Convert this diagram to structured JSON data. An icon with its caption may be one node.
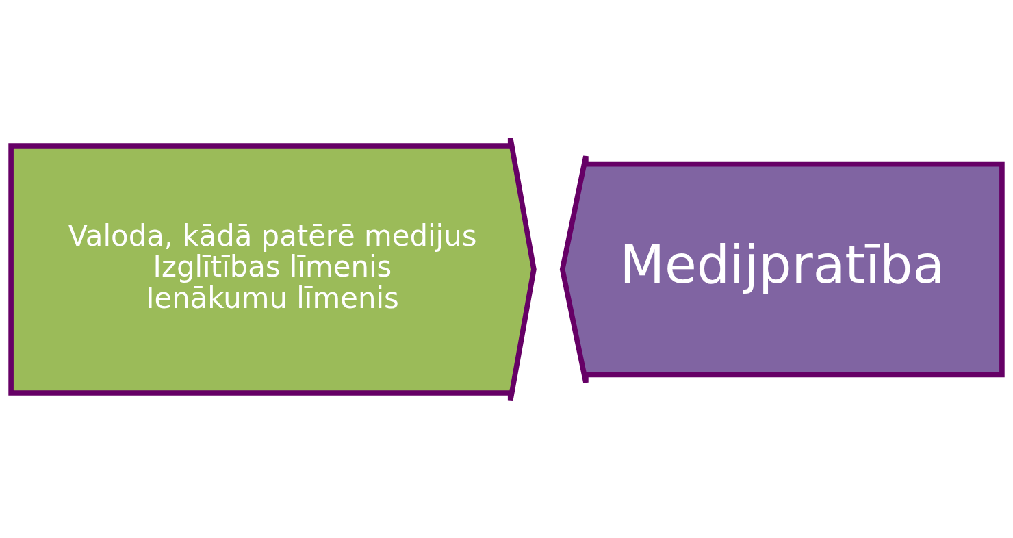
{
  "diagram": {
    "nodes": [
      {
        "text": [
          "Valoda, kādā patērē medijus",
          "Izglītības līmenis",
          "Ienākumu līmenis"
        ]
      },
      {
        "text": [
          "Medijpratība"
        ]
      }
    ]
  }
}
